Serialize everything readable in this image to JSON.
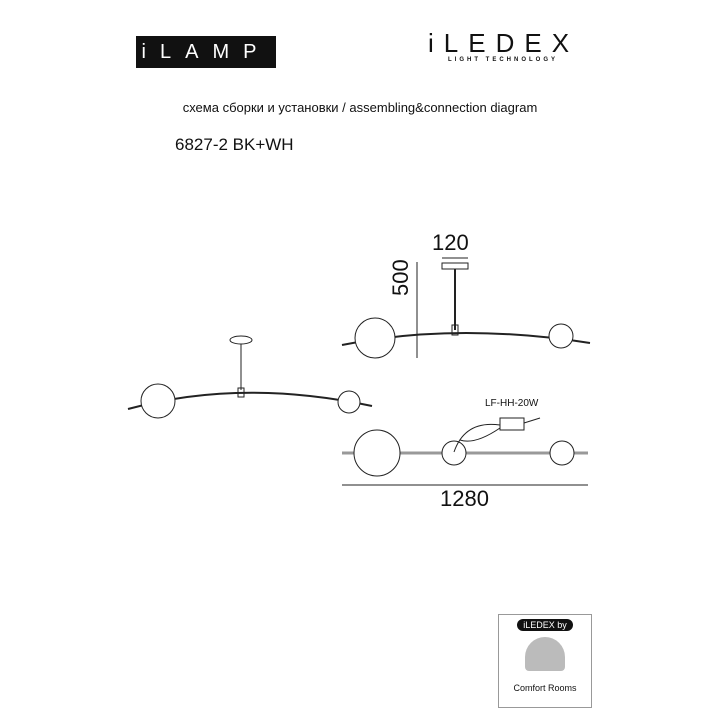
{
  "logos": {
    "left": "iLAMP",
    "right": "iLEDEX",
    "right_tagline": "LIGHT TECHNOLOGY"
  },
  "header": {
    "subtitle": "схема сборки и установки / assembling&connection diagram",
    "model": "6827-2 BK+WH"
  },
  "dimensions": {
    "canopy": "120",
    "height": "500",
    "length": "1280",
    "driver": "LF-HH-20W"
  },
  "footer_logo": {
    "badge": "iLEDEX by",
    "name": "Comfort Rooms"
  }
}
